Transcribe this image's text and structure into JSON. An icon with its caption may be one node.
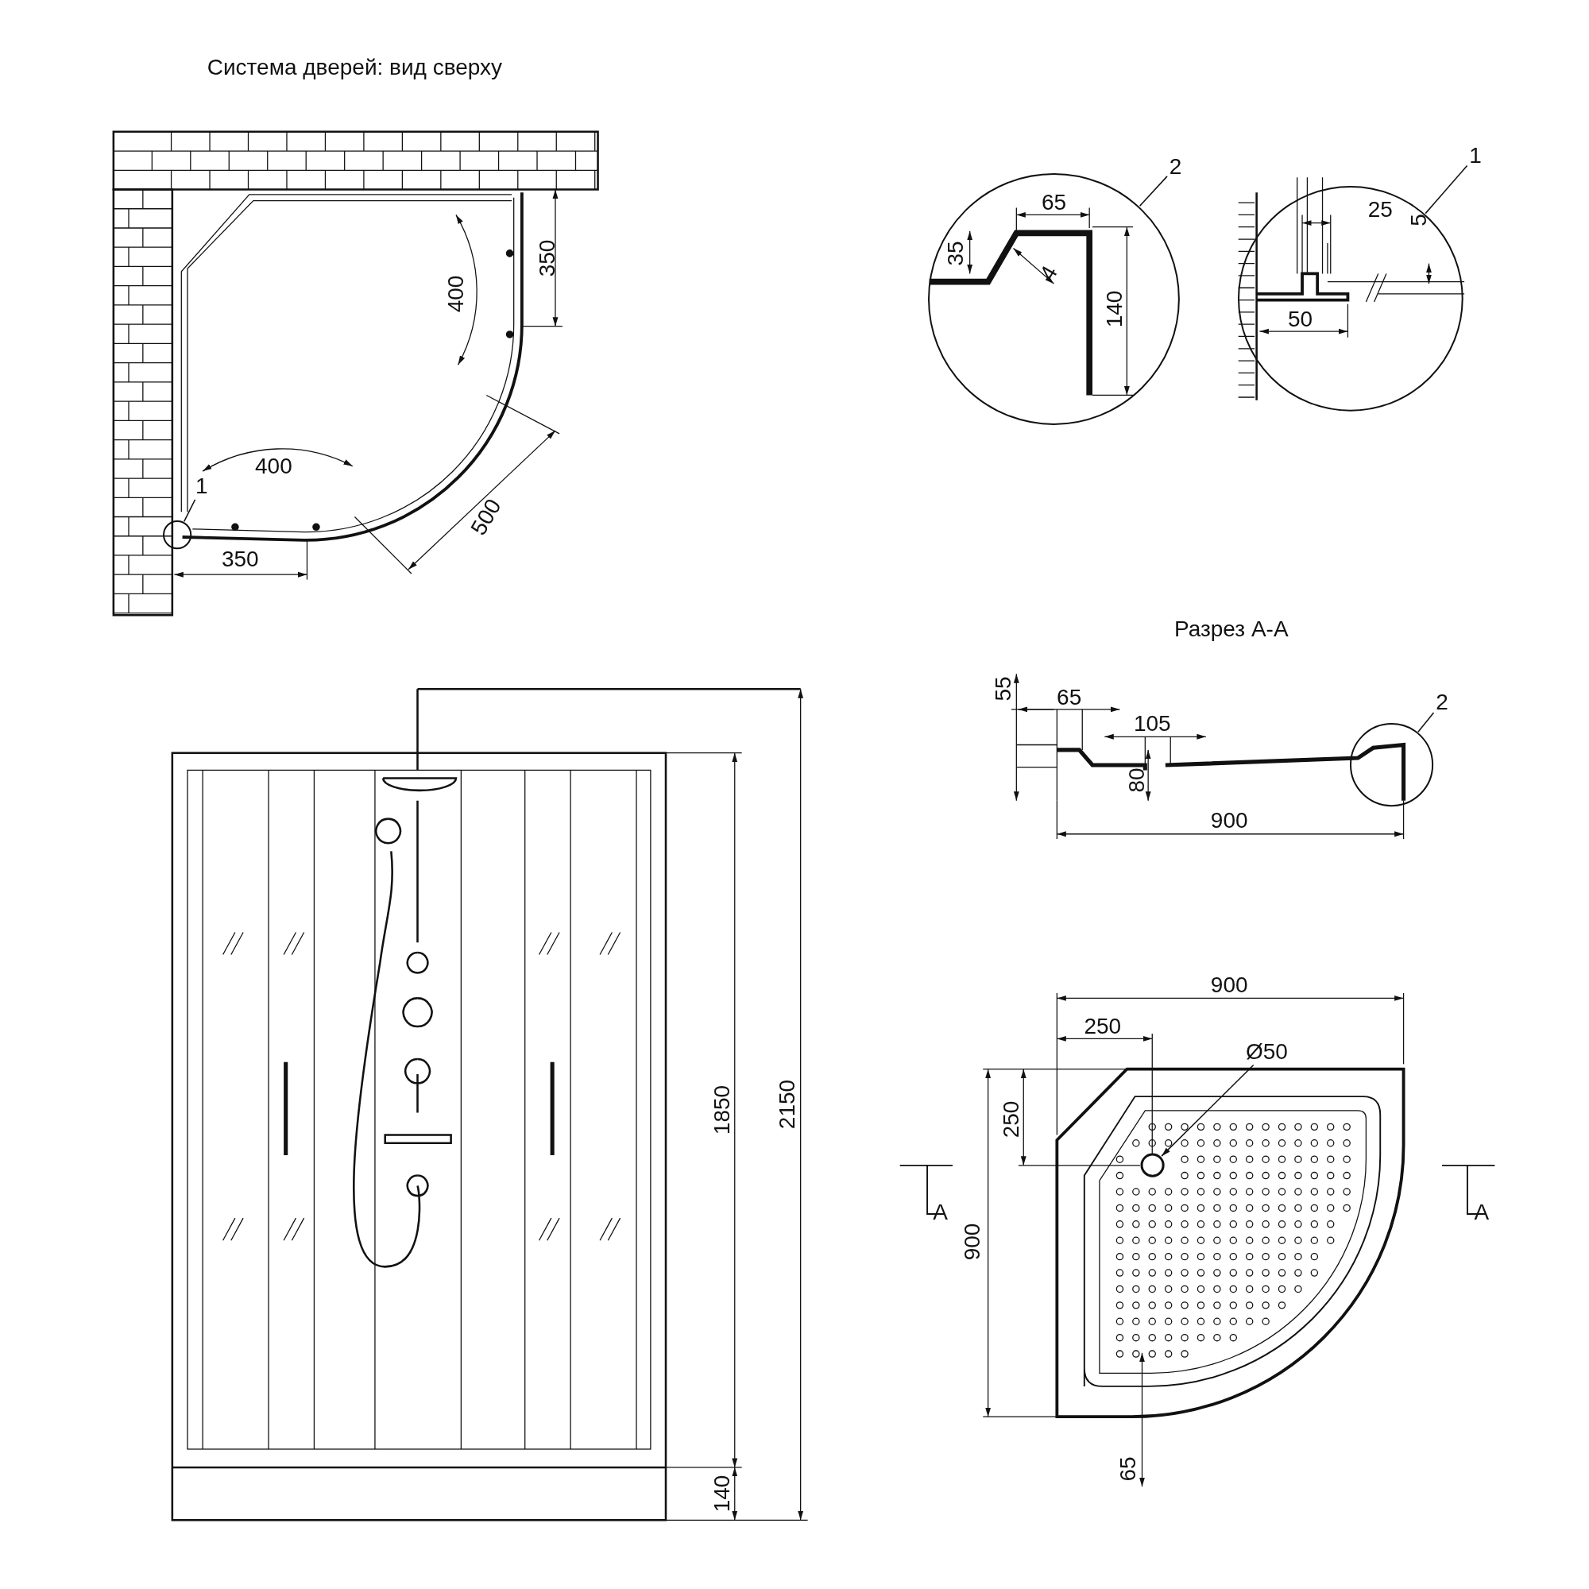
{
  "diagram": {
    "nodes": [
      {
        "text": [
          "1"
        ]
      },
      {
        "text": [],
        "shape": "circle"
      },
      {
        "text": [
          "2"
        ]
      },
      {
        "text": [],
        "shape": "circle"
      },
      {
        "text": [
          "1"
        ]
      },
      {
        "text": [],
        "shape": "circle"
      },
      {
        "text": [
          "2"
        ]
      },
      {
        "text": [],
        "shape": "circle"
      },
      {
        "text": [
          "Ø50"
        ]
      },
      {
        "text": [],
        "shape": "circle"
      }
    ],
    "edges": [
      {
        "from": 0,
        "to": 1,
        "arrow": "none"
      },
      {
        "from": 2,
        "to": 3,
        "arrow": "none"
      },
      {
        "from": 4,
        "to": 5,
        "arrow": "none"
      },
      {
        "from": 6,
        "to": 7,
        "arrow": "none"
      },
      {
        "from": 8,
        "to": 9,
        "arrow": "to"
      }
    ],
    "labels": [
      "Система дверей: вид сверху",
      "350",
      "400",
      "400",
      "350",
      "500",
      "65",
      "35",
      "4",
      "140",
      "25",
      "5",
      "50",
      "Разрез А-А",
      "55",
      "65",
      "105",
      "80",
      "900",
      "1850",
      "2150",
      "140",
      "900",
      "250",
      "250",
      "900",
      "A",
      "A",
      "65"
    ]
  }
}
